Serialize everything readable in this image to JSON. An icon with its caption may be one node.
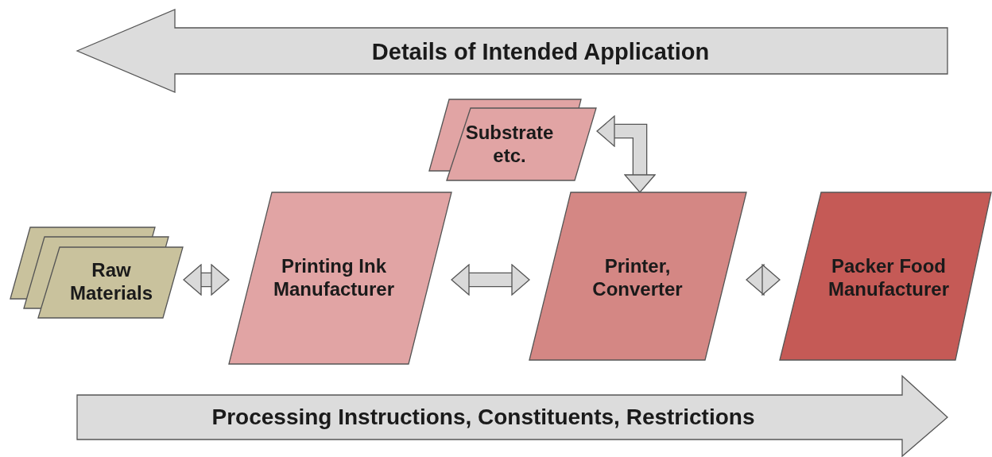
{
  "diagram": {
    "nodes": [
      {
        "text": [
          "Details of Intended Application"
        ]
      },
      {
        "text": [
          "Raw Materials"
        ]
      },
      {
        "text": [
          "Substrate etc."
        ]
      },
      {
        "text": [
          "Printing Ink Manufacturer"
        ]
      },
      {
        "text": [
          "Printer, Converter"
        ]
      },
      {
        "text": [
          "Packer Food Manufacturer"
        ]
      },
      {
        "text": [
          "Processing Instructions, Constituents, Restrictions"
        ]
      }
    ],
    "edges": [
      {
        "from": 1,
        "to": 3,
        "arrow": "both"
      },
      {
        "from": 3,
        "to": 4,
        "arrow": "both"
      },
      {
        "from": 4,
        "to": 5,
        "arrow": "both"
      },
      {
        "from": 2,
        "to": 4,
        "arrow": "both"
      }
    ]
  }
}
